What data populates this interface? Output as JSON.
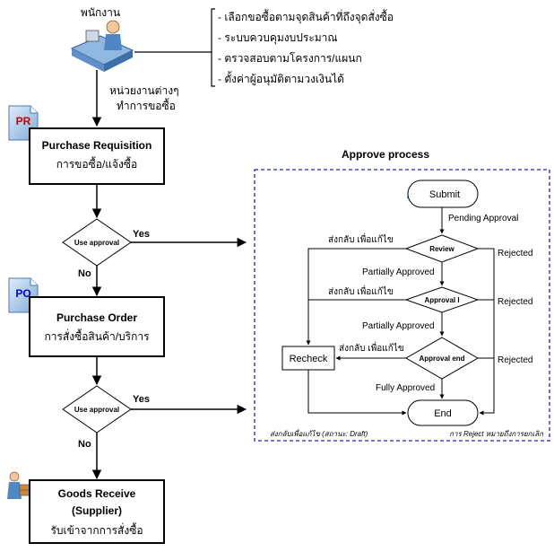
{
  "employee": {
    "label": "พนักงาน"
  },
  "notes": [
    "- เลือกขอซื้อตามจุดสินค้าที่ถึงจุดสั่งซื้อ",
    "- ระบบควบคุมงบประมาณ",
    "- ตรวจสอบตามโครงการ/แผนก",
    "- ตั้งค่าผู้อนุมัติตามวงเงินได้"
  ],
  "departments_label": [
    "หน่วยงานต่างๆ",
    "ทำการขอซื้อ"
  ],
  "pr": {
    "badge": "PR",
    "title": "Purchase Requisition",
    "subtitle": "การขอซื้อ/แจ้งซื้อ"
  },
  "decision1": {
    "label": "Use approval",
    "yes": "Yes",
    "no": "No"
  },
  "po": {
    "badge": "PO",
    "title": "Purchase Order",
    "subtitle": "การสั่งซื้อสินค้า/บริการ"
  },
  "decision2": {
    "label": "Use approval",
    "yes": "Yes",
    "no": "No"
  },
  "gr": {
    "title": "Goods Receive",
    "title2": "(Supplier)",
    "subtitle": "รับเข้าจากการสั่งซื้อ"
  },
  "approve": {
    "title": "Approve process",
    "submit": "Submit",
    "pending": "Pending Approval",
    "review": "Review",
    "approval1": "Approval I",
    "approval_end": "Approval end",
    "recheck": "Recheck",
    "end": "End",
    "send_back": "ส่งกลับ เพื่อแก้ไข",
    "partially": "Partially Approved",
    "fully": "Fully Approved",
    "rejected": "Rejected",
    "footer_left": "ส่งกลับเพื่อแก้ไข (สถานะ: Draft)",
    "footer_right": "การ Reject หมายถึงการยกเลิก"
  },
  "colors": {
    "flow_line": "#000000",
    "dashed_border": "#1f1fbf",
    "pr_badge": "#cc0000",
    "po_badge": "#0000cc",
    "doc_icon": "#8fb7e0"
  }
}
